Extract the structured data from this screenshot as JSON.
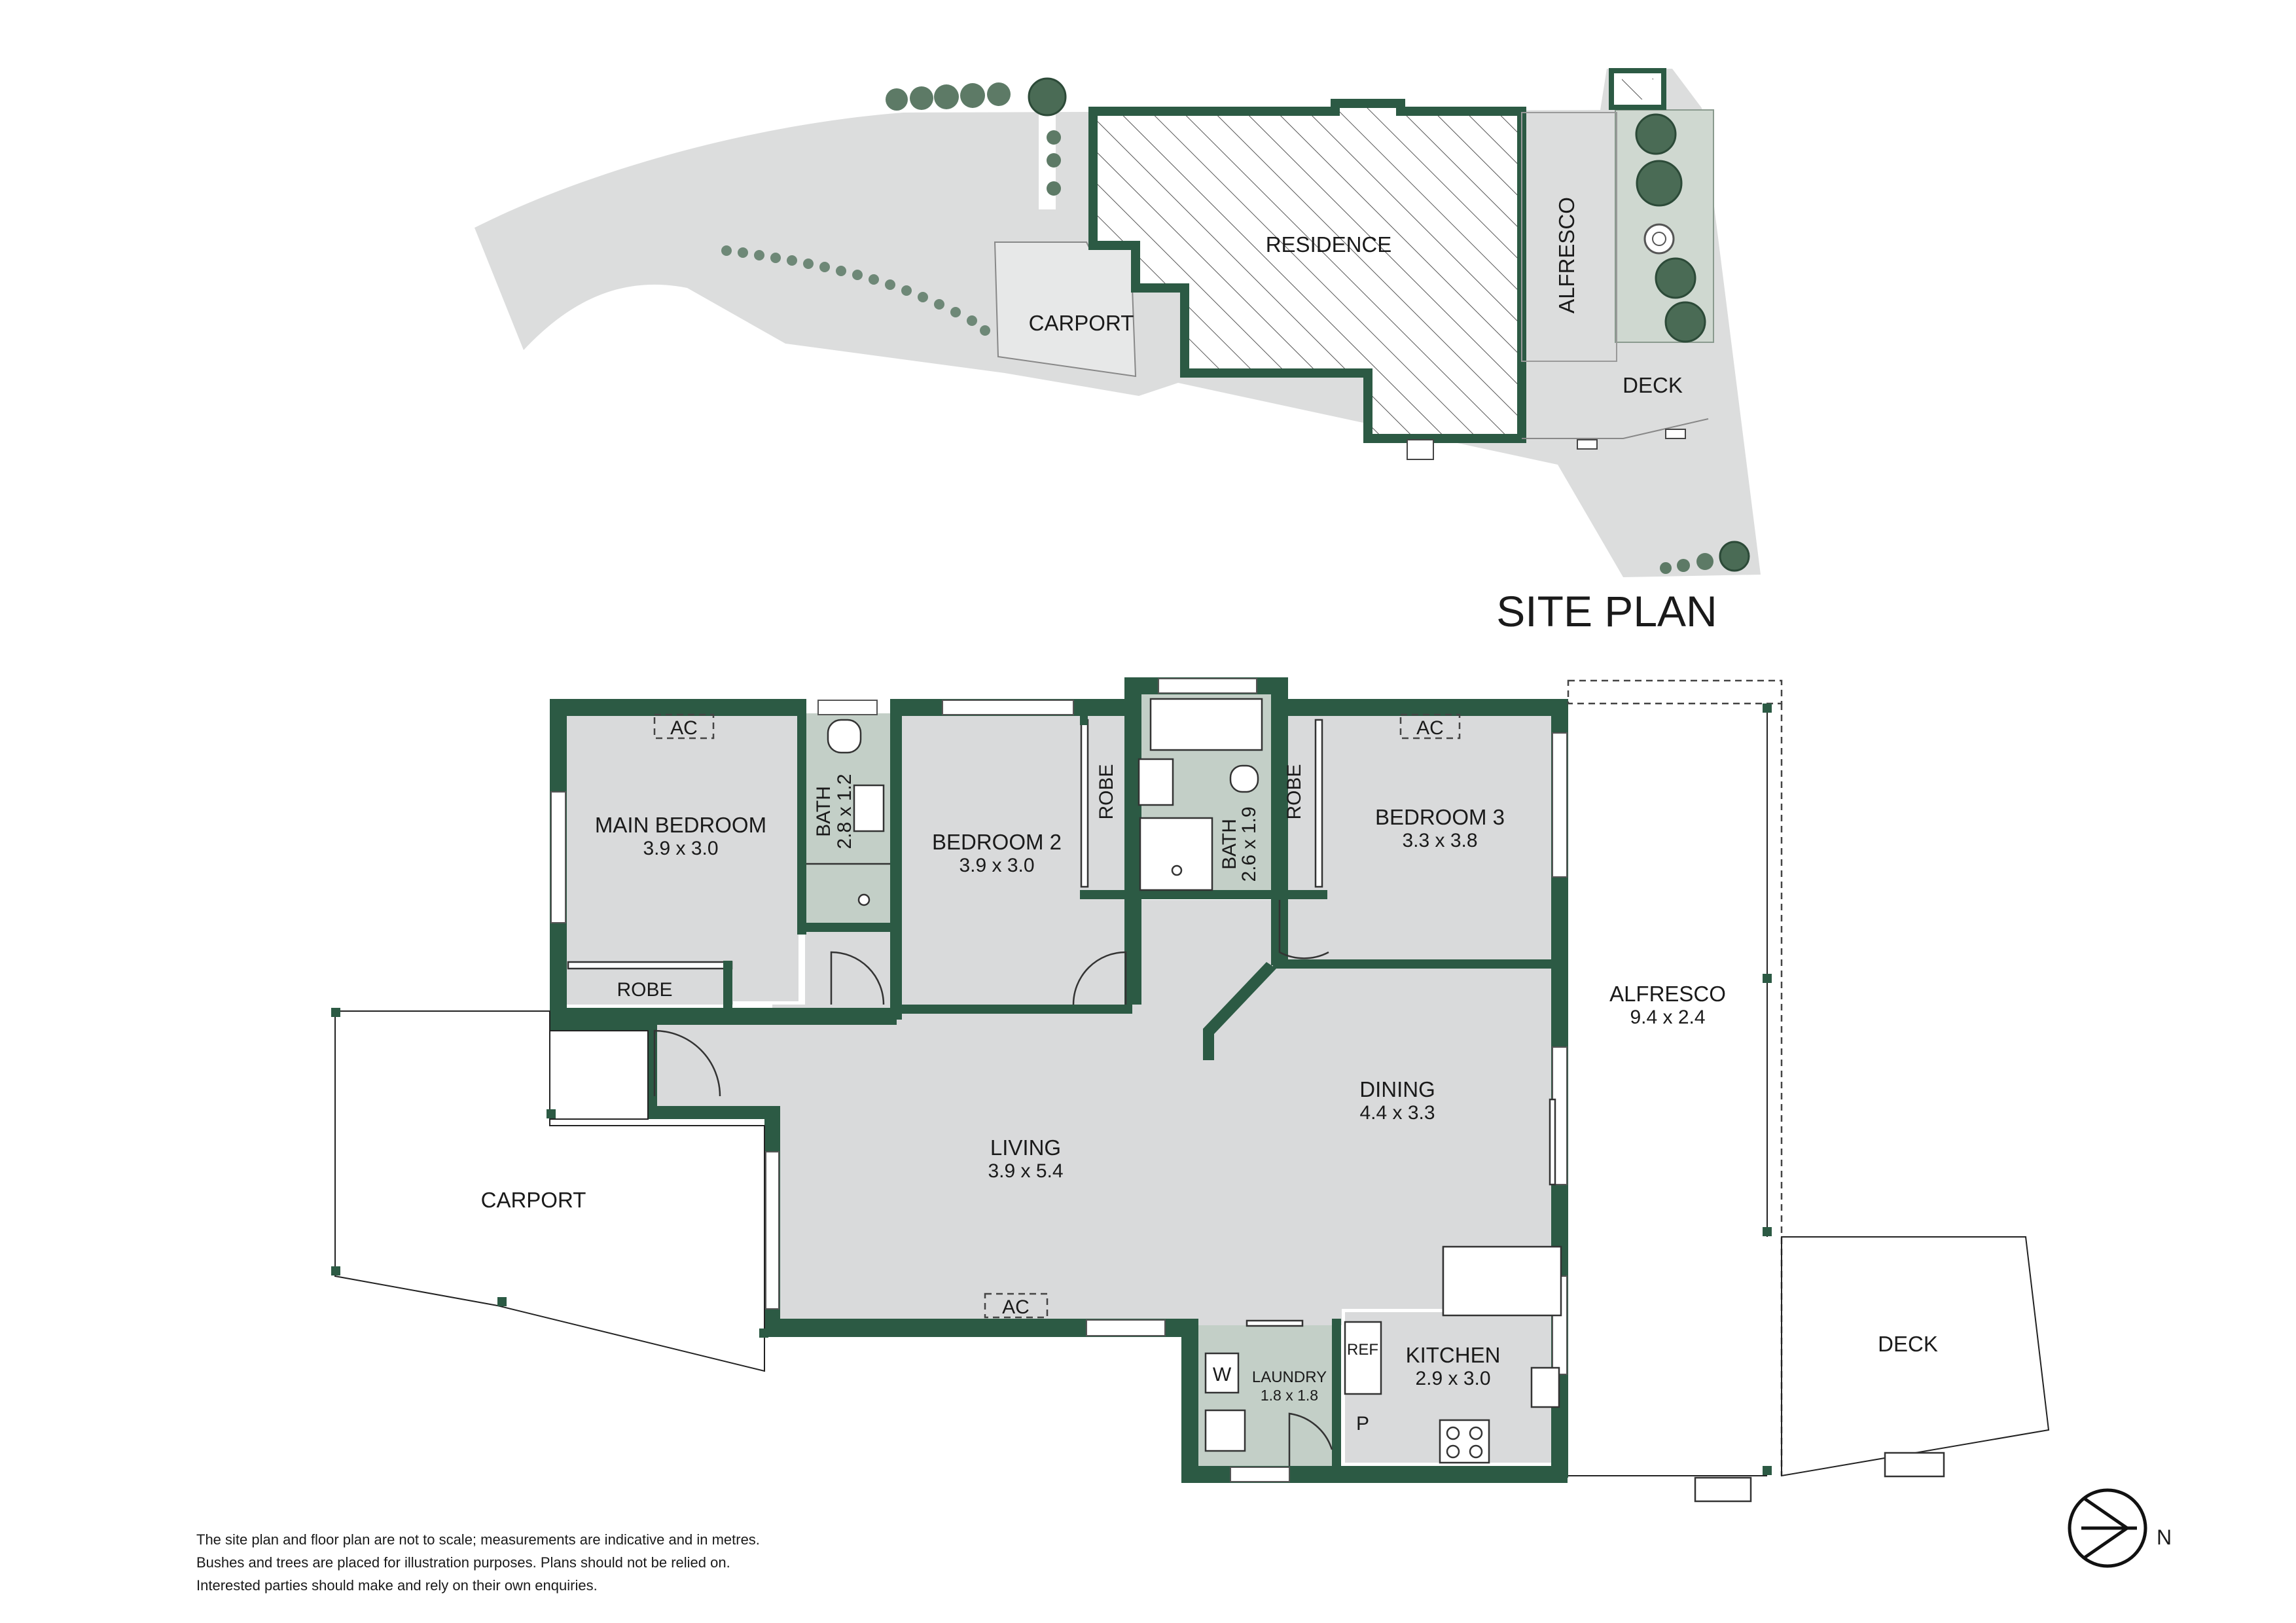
{
  "site_plan": {
    "title": "SITE PLAN",
    "labels": {
      "residence": "RESIDENCE",
      "carport": "CARPORT",
      "alfresco": "ALFRESCO",
      "deck": "DECK"
    },
    "colors": {
      "ground": "#dcdddd",
      "garden": "#cfd8d0",
      "wall": "#2c5a44",
      "tree": "#4a6b55"
    }
  },
  "floor_plan": {
    "rooms": {
      "main_bedroom": {
        "name": "MAIN BEDROOM",
        "size": "3.9 x 3.0"
      },
      "ensuite_bath": {
        "name": "BATH",
        "size": "2.8 x 1.2"
      },
      "bedroom_2": {
        "name": "BEDROOM 2",
        "size": "3.9 x 3.0"
      },
      "robe_main": {
        "name": "ROBE"
      },
      "robe_bed2": {
        "name": "ROBE"
      },
      "bath": {
        "name": "BATH",
        "size": "2.6 x 1.9"
      },
      "robe_bed3": {
        "name": "ROBE"
      },
      "bedroom_3": {
        "name": "BEDROOM 3",
        "size": "3.3 x 3.8"
      },
      "alfresco": {
        "name": "ALFRESCO",
        "size": "9.4 x 2.4"
      },
      "living": {
        "name": "LIVING",
        "size": "3.9 x 5.4"
      },
      "dining": {
        "name": "DINING",
        "size": "4.4 x 3.3"
      },
      "carport": {
        "name": "CARPORT"
      },
      "kitchen": {
        "name": "KITCHEN",
        "size": "2.9 x 3.0"
      },
      "laundry": {
        "name": "LAUNDRY",
        "size": "1.8 x 1.8"
      },
      "deck": {
        "name": "DECK"
      }
    },
    "fixtures": {
      "ac_main": "AC",
      "ac_bed3": "AC",
      "ac_living": "AC",
      "fridge": "REF",
      "pantry": "P",
      "washer": "W"
    },
    "colors": {
      "room": "#d9dadb",
      "wet_area": "#c3cfc7",
      "wall": "#2c5a44"
    }
  },
  "disclaimer": [
    "The site plan and floor plan are not to scale; measurements are indicative and in metres.",
    "Bushes and trees are placed for illustration purposes. Plans should not be relied on.",
    "Interested parties should make and rely on their own enquiries."
  ],
  "compass": {
    "label": "N",
    "icon": "north-arrow-icon"
  }
}
